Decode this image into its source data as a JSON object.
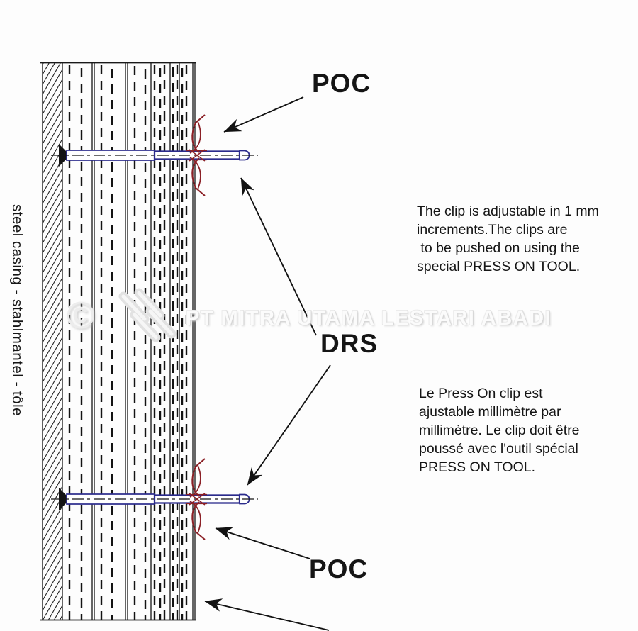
{
  "labels": {
    "poc_top": "POC",
    "drs": "DRS",
    "poc_bottom": "POC",
    "casing_vertical": "steel casing - stahlmantel - tôle"
  },
  "notes": {
    "english": {
      "lines": [
        "The clip is adjustable in 1 mm",
        "increments.The clips are",
        " to be pushed on using the",
        "special PRESS ON TOOL."
      ]
    },
    "french": {
      "lines": [
        "Le Press On clip est",
        "ajustable millimètre par",
        "millimètre. Le clip doit être",
        "poussé avec l'outil spécial",
        "PRESS ON TOOL."
      ]
    }
  },
  "watermark": {
    "copyright_symbol": "©",
    "logo": "diagonal-stripes-logo",
    "text": "PT MITRA UTAMA LESTARI ABADI"
  },
  "colors": {
    "line": "#1a1a1a",
    "pin": "#2b2b8c",
    "clip": "#8b2026",
    "watermark_gray": "#dcdcdc"
  }
}
